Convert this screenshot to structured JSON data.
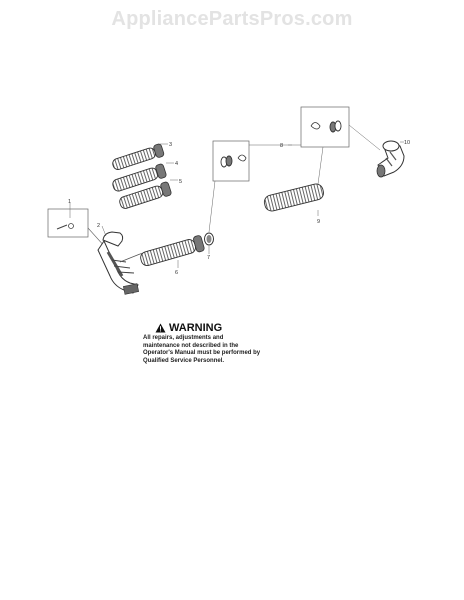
{
  "watermark": "AppliancePartsPros.com",
  "callouts": [
    "1",
    "2",
    "3",
    "4",
    "5",
    "6",
    "7",
    "8",
    "9",
    "10"
  ],
  "warning": {
    "title": "WARNING",
    "text": "All repairs, adjustments and maintenance not described in the Operator's Manual must be performed by Qualified Service Personnel.",
    "icon": "warning-triangle-icon"
  }
}
